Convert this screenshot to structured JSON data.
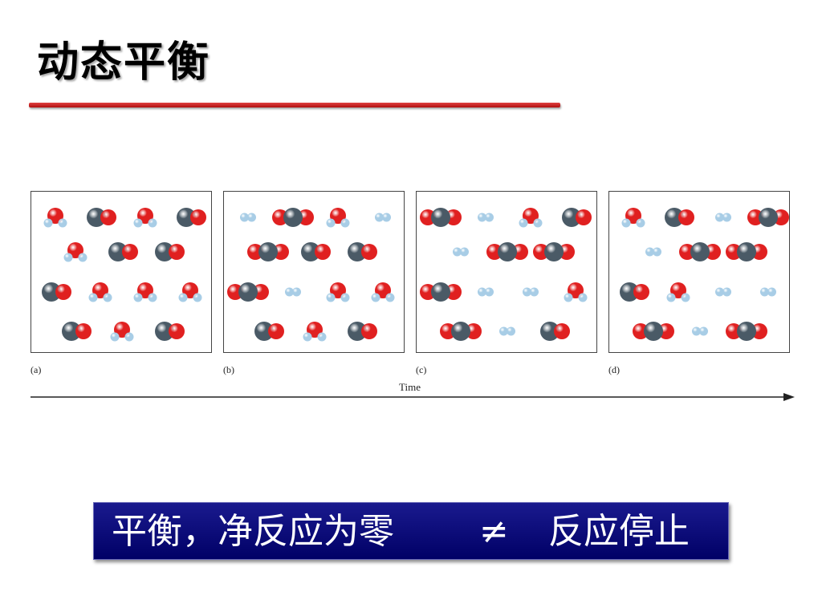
{
  "slide": {
    "title": "动态平衡"
  },
  "figure": {
    "time_label": "Time",
    "panels": [
      {
        "label": "(a)",
        "rows": [
          [
            "H2O",
            "CO",
            "H2O",
            "CO"
          ],
          [
            "H2O",
            "CO",
            "CO"
          ],
          [
            "CO",
            "H2O",
            "H2O",
            "H2O"
          ],
          [
            "CO",
            "H2O",
            "CO"
          ]
        ]
      },
      {
        "label": "(b)",
        "rows": [
          [
            "H2",
            "CO2",
            "H2O",
            "H2"
          ],
          [
            "CO2",
            "CO",
            "CO"
          ],
          [
            "CO2",
            "H2",
            "H2O",
            "H2O"
          ],
          [
            "CO",
            "H2O",
            "CO"
          ]
        ]
      },
      {
        "label": "(c)",
        "rows": [
          [
            "CO2",
            "H2",
            "H2O",
            "CO"
          ],
          [
            "H2",
            "CO2",
            "CO2"
          ],
          [
            "CO2",
            "H2",
            "H2",
            "H2O"
          ],
          [
            "CO2",
            "H2",
            "CO"
          ]
        ]
      },
      {
        "label": "(d)",
        "rows": [
          [
            "H2O",
            "CO",
            "H2",
            "CO2"
          ],
          [
            "H2",
            "CO2",
            "CO2"
          ],
          [
            "CO",
            "H2O",
            "H2",
            "H2"
          ],
          [
            "CO2",
            "H2",
            "CO2"
          ]
        ]
      }
    ]
  },
  "banner": {
    "left_text": "平衡，净反应为零",
    "symbol": "≠",
    "right_text": "反应停止"
  },
  "colors": {
    "oxygen": "#e02020",
    "carbon": "#4a5a66",
    "hydrogen": "#a8cde6",
    "title_rule": "#c81818",
    "banner_bg": "#0a0a7a"
  }
}
